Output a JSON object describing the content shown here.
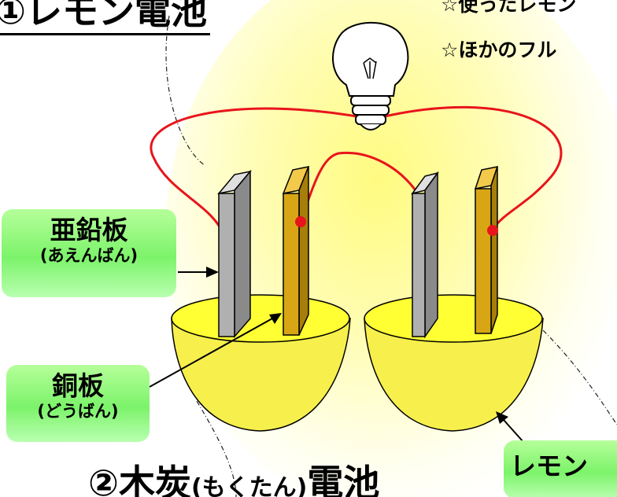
{
  "title": "①レモン電池",
  "notes": [
    "☆使ったレモン",
    "☆ほかのフル"
  ],
  "labels": {
    "zinc_main": "亜鉛板",
    "zinc_sub": "(あえんばん)",
    "copper_main": "銅板",
    "copper_sub": "(どうばん)",
    "lemon": "レモン"
  },
  "section2": {
    "prefix": "②木炭",
    "reading": "(もくたん)",
    "suffix": "電池"
  },
  "colors": {
    "wire": "#e8141c",
    "zinc_plate": "#a9a9a9",
    "copper_plate": "#d9a814",
    "lemon": "#f6f04a",
    "label_bg": "#8ff57a"
  }
}
